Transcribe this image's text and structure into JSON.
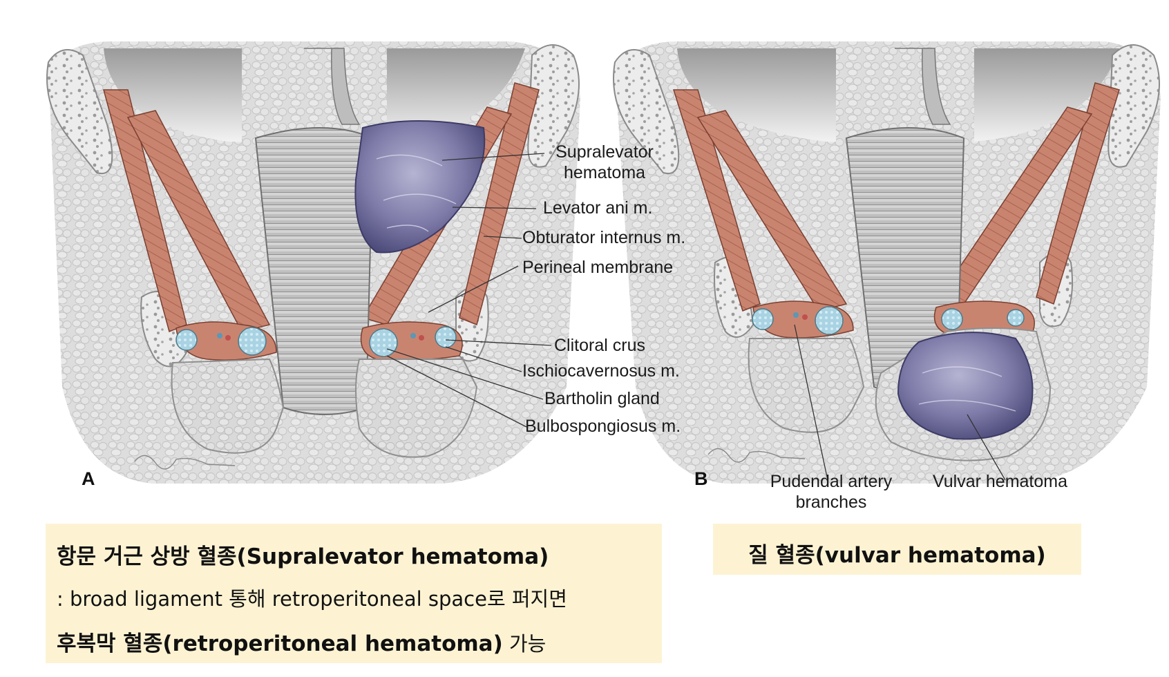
{
  "panel_a": {
    "letter": "A",
    "labels": {
      "supralevator_hematoma_1": "Supralevator",
      "supralevator_hematoma_2": "hematoma",
      "levator_ani": "Levator ani m.",
      "obturator_internus": "Obturator internus m.",
      "perineal_membrane": "Perineal membrane",
      "clitoral_crus": "Clitoral crus",
      "ischiocavernosus": "Ischiocavernosus m.",
      "bartholin_gland": "Bartholin gland",
      "bulbospongiosus": "Bulbospongiosus m."
    }
  },
  "panel_b": {
    "letter": "B",
    "labels": {
      "pudendal_artery_1": "Pudendal artery",
      "pudendal_artery_2": "branches",
      "vulvar_hematoma": "Vulvar hematoma"
    }
  },
  "caption_a": {
    "title": "항문 거근 상방 혈종(Supralevator hematoma)",
    "line2": ": broad ligament 통해 retroperitoneal space로 퍼지면",
    "line3_bold": "후복막 혈종(retroperitoneal hematoma)",
    "line3_plain": " 가능"
  },
  "caption_b": {
    "title": "질 혈종(vulvar hematoma)"
  },
  "colors": {
    "muscle": "#c97f6a",
    "hematoma": "#7c7aa6",
    "fat": "#d8d8d8",
    "bone": "#e6e6e6",
    "gland": "#a9d3e3",
    "caption_bg": "#fdf3d3"
  }
}
